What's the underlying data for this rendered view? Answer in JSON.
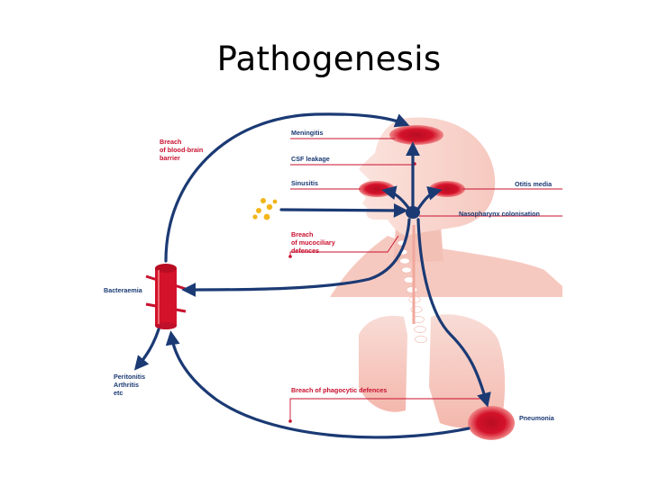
{
  "title": "Pathogenesis",
  "diagram": {
    "labels": {
      "meningitis": "Meningitis",
      "csf_leakage": "CSF leakage",
      "sinusitis": "Sinusitis",
      "otitis_media": "Otitis media",
      "nasopharynx_colonisation": "Nasopharynx colonisation",
      "breach_mucociliary": [
        "Breach",
        "of mucociliary",
        "defences"
      ],
      "breach_blood_brain": [
        "Breach",
        "of blood-brain",
        "barrier"
      ],
      "bacteraemia": "Bacteraemia",
      "peritonitis": [
        "Peritonitis",
        "Arthritis",
        "etc"
      ],
      "breach_phagocytic": "Breach of phagocytic defences",
      "pneumonia": "Pneumonia"
    },
    "colors": {
      "arrow": "#1b3a74",
      "infection_red": "#d4122a",
      "body_pink": "#f6c9c0",
      "label_red": "#c8102e",
      "label_blue": "#1b3a74",
      "bacteria_yellow": "#f2b51b"
    }
  }
}
